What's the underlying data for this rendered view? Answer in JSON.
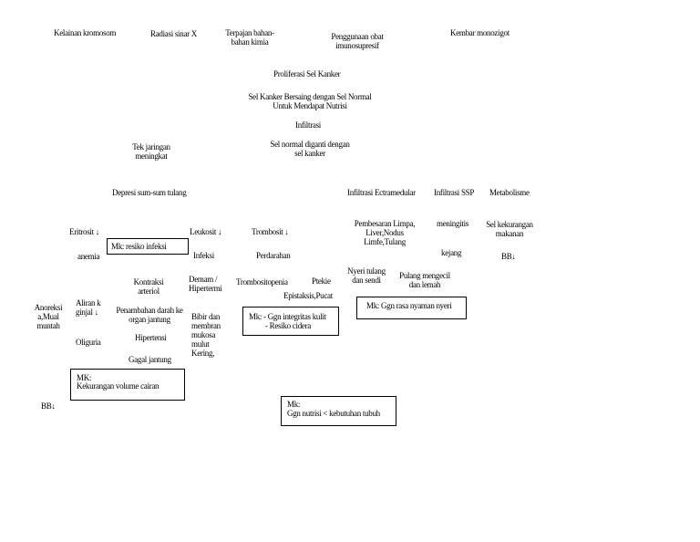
{
  "causes": {
    "chromosome": "Kelainan kromosom",
    "radiation": "Radiasi sinar X",
    "chem1": "Terpajan bahan-",
    "chem2": "bahan kimia",
    "drug1": "Penggunaan obat",
    "drug2": "imunosupresif",
    "twin": "Kembar monozigot"
  },
  "flow": {
    "proliferation": "Proliferasi Sel Kanker",
    "compete1": "Sel Kanker Bersaing dengan Sel Normal",
    "compete2": "Untuk Mendapat Nutrisi",
    "infiltration": "Infiltrasi",
    "tissue1": "Tek jaringan",
    "tissue2": "meningkat",
    "replaced1": "Sel normal diganti dengan",
    "replaced2": "sel kanker"
  },
  "branches": {
    "marrow": "Depresi sum-sum tulang",
    "extramedullary": "Infiltrasi Ectramedular",
    "cns": "Infiltrasi SSP",
    "metabolism": "Metabolisme"
  },
  "nodes": {
    "erythrocyte": "Eritrosit ↓",
    "leukocyte": "Leukosit ↓",
    "thrombocyte": "Trombosit ↓",
    "enlarge1": "Pembesaran Limpa,",
    "enlarge2": "Liver,Nodus",
    "enlarge3": "Limfe,Tulang",
    "meningitis": "meningitis",
    "food1": "Sel kekurangan",
    "food2": "makanan",
    "anemia": "anemia",
    "infection": "Infeksi",
    "bleeding": "Perdarahan",
    "seizure": "kejang",
    "bb1": "BB↓",
    "contraction1": "Kontraksi",
    "contraction2": "arteriol",
    "fever1": "Demam /",
    "fever2": "Hipertermi",
    "thrombocytopenia": "Trombositopenia",
    "petechiae": "Ptekie",
    "pain1": "Nyeri tulang",
    "pain2": "dan sendi",
    "pale1": "Pulang mengecil",
    "pale2": "dan lemah",
    "epistaxis": "Epistaksis,Pucat",
    "anorexia1": "Anoreksi",
    "anorexia2": "a,Mual",
    "anorexia3": "muntah",
    "flow1": "Aliran k",
    "flow2": "ginjal ↓",
    "heartload1": "Penambahan darah ke",
    "heartload2": "organ jantung",
    "lips1": "Bibir  dan",
    "lips2": "membran",
    "lips3": "mukosa",
    "lips4": "mulut",
    "lips5": "Kering,",
    "oliguria": "Oliguria",
    "hypertension": "Hipertensi",
    "heartfail": "Gagal jantung",
    "bb2": "BB↓"
  },
  "diagnoses": {
    "infection_risk": "Mk: resiko infeksi",
    "skin1": "Mk: - Ggn integritas kulit",
    "skin2": "- Resiko cidera",
    "comfort": "Mk: Ggn rasa nyaman nyeri",
    "fluid1": "MK:",
    "fluid2": "Kekurangan volume cairan",
    "nutrition1": "Mk:",
    "nutrition2": "Ggn nutrisi < kebutuhan tubuh"
  }
}
